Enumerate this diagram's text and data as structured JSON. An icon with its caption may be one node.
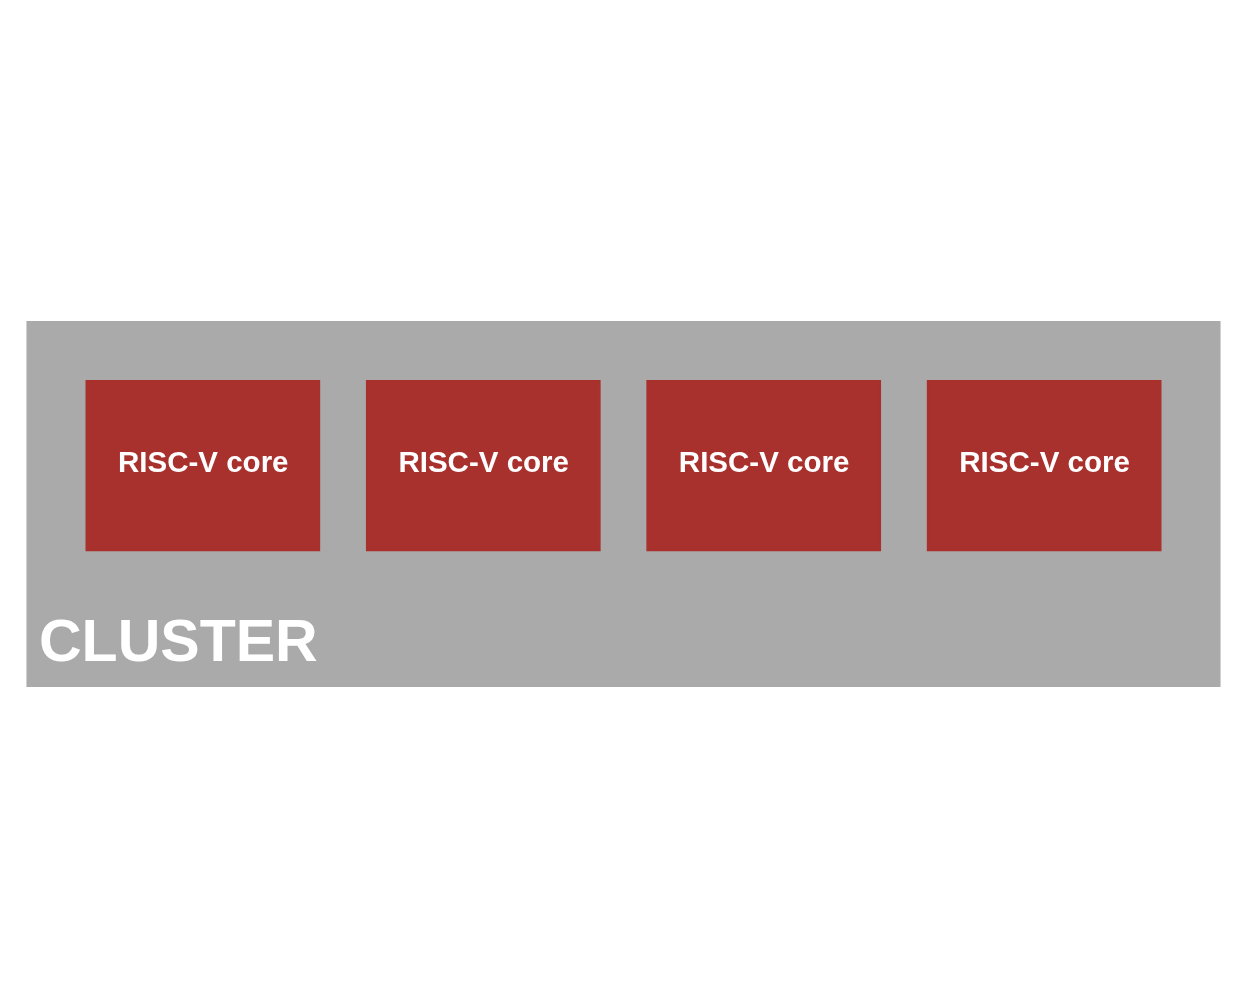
{
  "diagram": {
    "nodes": [
      {
        "text": [
          "CLUSTER"
        ]
      },
      {
        "text": [
          "RISC-V core"
        ],
        "in": 0
      },
      {
        "text": [
          "RISC-V core"
        ],
        "in": 0
      },
      {
        "text": [
          "RISC-V core"
        ],
        "in": 0
      },
      {
        "text": [
          "RISC-V core"
        ],
        "in": 0
      }
    ]
  }
}
